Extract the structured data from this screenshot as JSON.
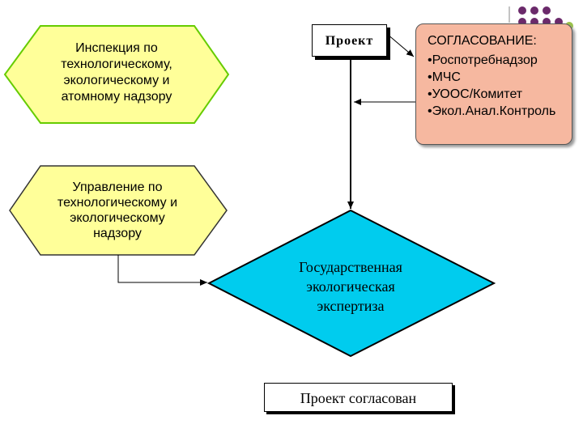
{
  "nodes": {
    "inspection": "Инспекция по технологическому, экологическому и атомному надзору",
    "management": "Управление по технологическому и экологическому надзору",
    "project": "Проект",
    "approval": {
      "title": "СОГЛАСОВАНИЕ:",
      "items": [
        "Роспотребнадзор",
        "МЧС",
        "УООС/Комитет",
        "Экол.Анал.Контроль"
      ]
    },
    "expertise": "Государственная экологическая экспертиза",
    "approved": "Проект согласован"
  },
  "colors": {
    "hexagon_fill": "#ffff99",
    "inspection_border": "#66cc00",
    "management_border": "#333333",
    "approval_fill": "#f6b8a0",
    "diamond_fill": "#00ccee",
    "accent_dots": "#6b2a6b"
  }
}
